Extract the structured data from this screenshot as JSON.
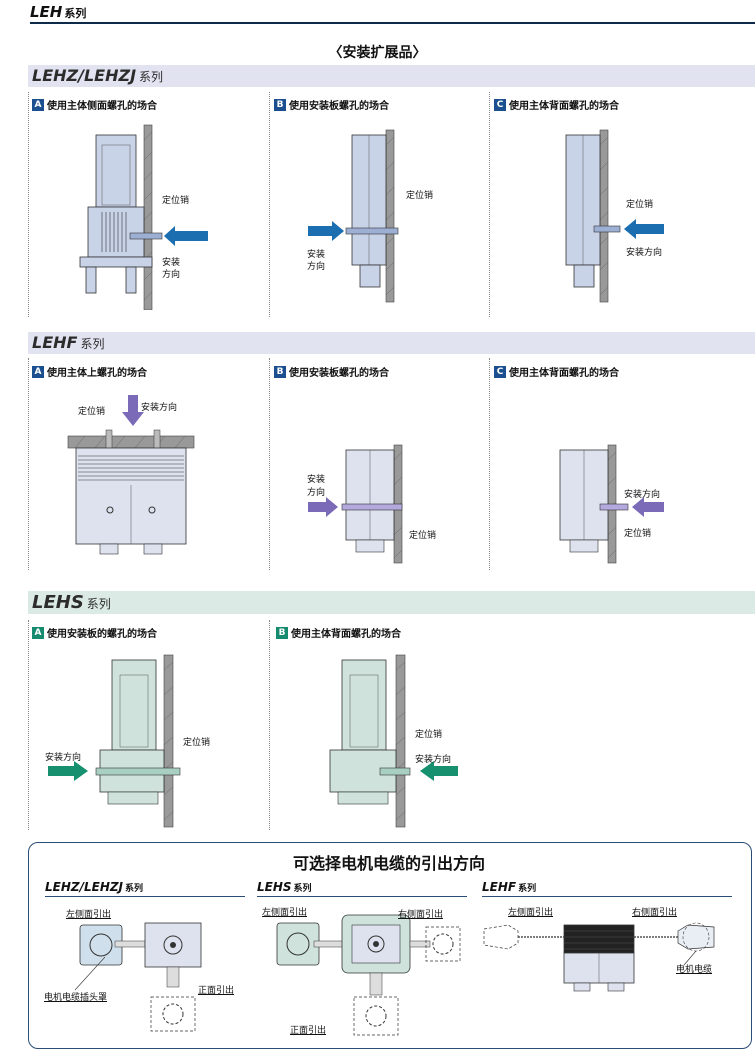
{
  "header": {
    "series": "LEH",
    "series_suffix": "系列"
  },
  "section_title": "〈安装扩展品〉",
  "bands": {
    "lehz": {
      "name": "LEHZ/LEHZJ",
      "suffix": "系列"
    },
    "lehf": {
      "name": "LEHF",
      "suffix": "系列"
    },
    "lehs": {
      "name": "LEHS",
      "suffix": "系列"
    }
  },
  "lehz": {
    "a": {
      "badge": "A",
      "label": "使用主体侧面螺孔的场合",
      "pin": "定位销",
      "dir1": "安装",
      "dir2": "方向"
    },
    "b": {
      "badge": "B",
      "label": "使用安装板螺孔的场合",
      "pin": "定位销",
      "dir1": "安装",
      "dir2": "方向"
    },
    "c": {
      "badge": "C",
      "label": "使用主体背面螺孔的场合",
      "pin": "定位销",
      "dir": "安装方向"
    }
  },
  "lehf": {
    "a": {
      "badge": "A",
      "label": "使用主体上螺孔的场合",
      "pin": "定位销",
      "dir": "安装方向"
    },
    "b": {
      "badge": "B",
      "label": "使用安装板螺孔的场合",
      "pin": "定位销",
      "dir1": "安装",
      "dir2": "方向"
    },
    "c": {
      "badge": "C",
      "label": "使用主体背面螺孔的场合",
      "pin": "定位销",
      "dir": "安装方向"
    }
  },
  "lehs": {
    "a": {
      "badge": "A",
      "label": "使用安装板的螺孔的场合",
      "pin": "定位销",
      "dir": "安装方向"
    },
    "b": {
      "badge": "B",
      "label": "使用主体背面螺孔的场合",
      "pin": "定位销",
      "dir": "安装方向"
    }
  },
  "cable": {
    "title": "可选择电机电缆的引出方向",
    "lehz": {
      "name": "LEHZ/LEHZJ",
      "suffix": "系列",
      "left": "左侧面引出",
      "cover": "电机电缆插头罩",
      "front": "正面引出"
    },
    "lehs": {
      "name": "LEHS",
      "suffix": "系列",
      "left": "左侧面引出",
      "right": "右侧面引出",
      "front": "正面引出"
    },
    "lehf": {
      "name": "LEHF",
      "suffix": "系列",
      "left": "左侧面引出",
      "right": "右侧面引出",
      "cable": "电机电缆"
    }
  },
  "colors": {
    "navy": "#0d2a4a",
    "blue_band": "#e2e3f0",
    "green_band": "#dceae6",
    "blue_arrow": "#1b6fb0",
    "purple_arrow": "#7a6ab8",
    "green_arrow": "#16906f",
    "body_blue": "#c9d3e8",
    "body_green": "#cfe3dc"
  }
}
